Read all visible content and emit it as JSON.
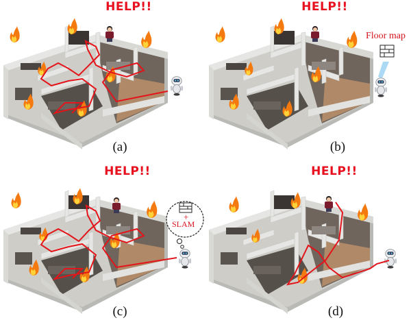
{
  "panels": [
    {
      "id": "a",
      "caption": "(a)",
      "help": "HELP!!"
    },
    {
      "id": "b",
      "caption": "(b)",
      "help": "HELP!!"
    },
    {
      "id": "c",
      "caption": "(c)",
      "help": "HELP!!"
    },
    {
      "id": "d",
      "caption": "(d)",
      "help": "HELP!!"
    }
  ],
  "annotations": {
    "floor_map": "Floor map",
    "slam": "SLAM",
    "plus": "+"
  },
  "colors": {
    "help_text": "#e8101e",
    "path": "#e3141a",
    "wall": "#e6e6e4",
    "wall_shadow": "#b9b9b6",
    "floor": "#6f655d",
    "wood_floor": "#b08a68"
  }
}
